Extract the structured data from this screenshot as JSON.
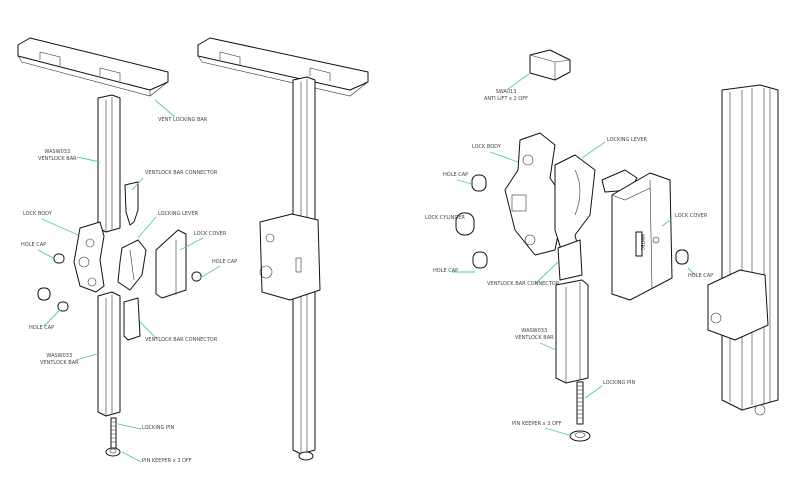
{
  "left_assembly": {
    "vent_locking_bar": "VENT LOCKING BAR",
    "ventlock_bar_top": [
      "WASW033",
      "VENTLOCK BAR"
    ],
    "connector_top": "VENTLOCK BAR CONNECTOR",
    "lock_body": "LOCK BODY",
    "locking_lever": "LOCKING LEVER",
    "lock_cover": "LOCK COVER",
    "hole_cap_1": "HOLE CAP",
    "hole_cap_2": "HOLE CAP",
    "hole_cap_3": "HOLE CAP",
    "connector_bottom": "VENTLOCK BAR CONNECTOR",
    "ventlock_bar_bottom": [
      "WASW033",
      "VENTLOCK BAR"
    ],
    "locking_pin": "LOCKING PIN",
    "pin_keeper": "PIN KEEPER x 3 OFF"
  },
  "right_assembly": {
    "anti_lift": [
      "SWA013",
      "ANTI LIFT x 2 OFF"
    ],
    "lock_body": "LOCK BODY",
    "locking_lever": "LOCKING LEVER",
    "hole_cap_1": "HOLE CAP",
    "lock_cylinder": "LOCK CYLINDER",
    "lock_cover": "LOCK COVER",
    "hole_cap_2": "HOLE CAP",
    "hole_cap_3": "HOLE CAP",
    "connector": "VENTLOCK BAR CONNECTOR",
    "ventlock_bar": [
      "WASW033",
      "VENTLOCK BAR"
    ],
    "locking_pin": "LOCKING PIN",
    "pin_keeper": "PIN KEEPER x 3 OFF",
    "cover_brand": "WINTEC"
  },
  "colors": {
    "leader_line": "#4ec9bd",
    "line_art": "#111111"
  }
}
